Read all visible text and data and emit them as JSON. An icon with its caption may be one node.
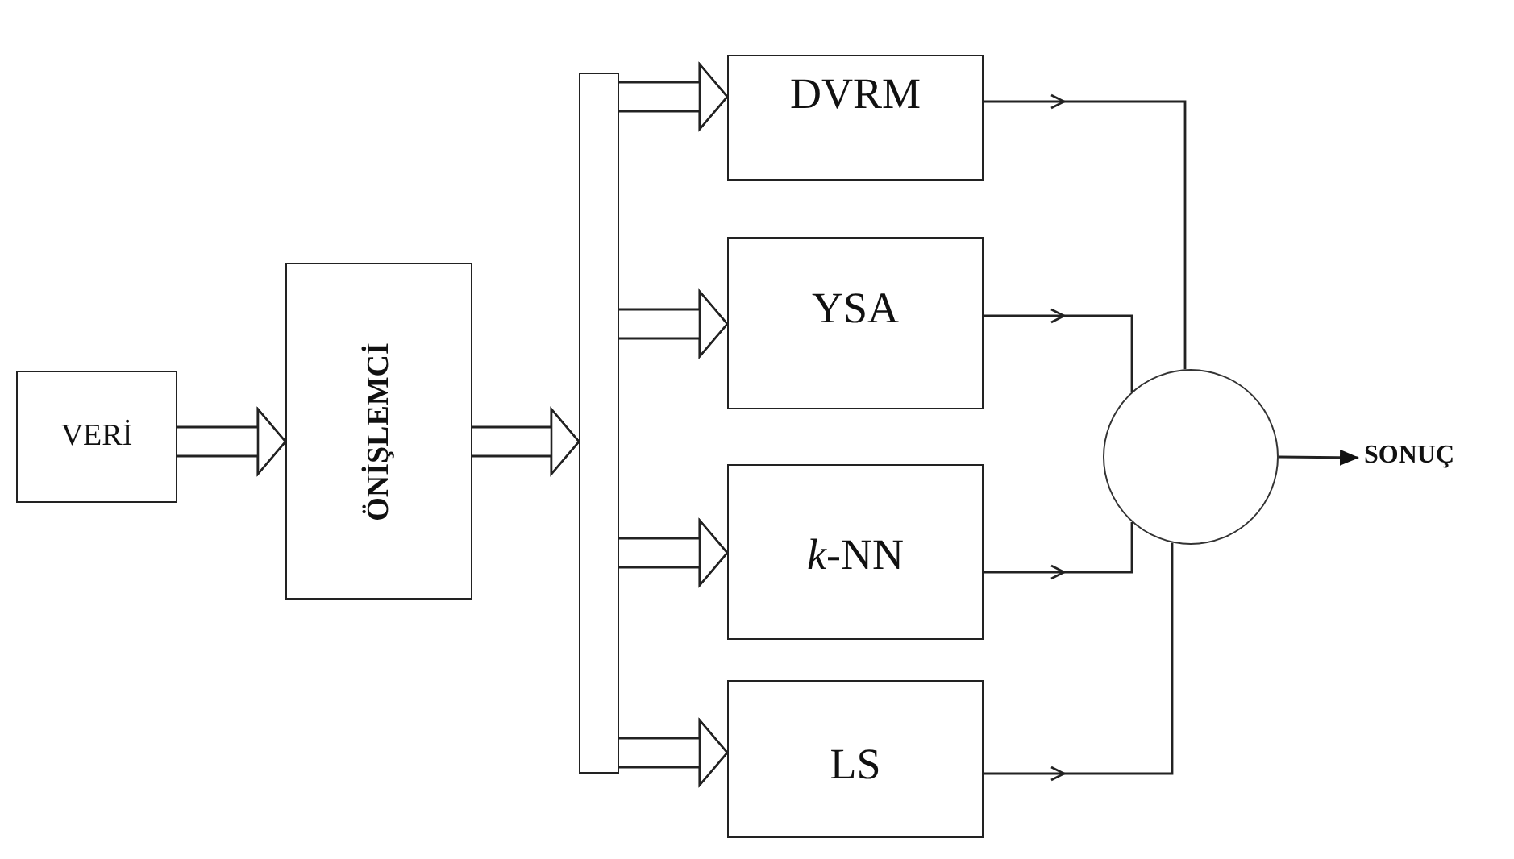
{
  "diagram": {
    "nodes": [
      {
        "text": [
          "VERİ"
        ]
      },
      {
        "text": [
          "ÖNİŞLEMCİ"
        ]
      },
      {
        "text": [],
        "shape": "bar"
      },
      {
        "text": [
          "DVRM"
        ]
      },
      {
        "text": [
          "YSA"
        ]
      },
      {
        "text": [
          "*k*-NN"
        ]
      },
      {
        "text": [
          "LS"
        ]
      },
      {
        "text": [],
        "shape": "circle"
      },
      {
        "text": [
          "SONUÇ"
        ]
      }
    ],
    "edges": [
      {
        "from": 0,
        "to": 1,
        "arrow": "to"
      },
      {
        "from": 1,
        "to": 2,
        "arrow": "to"
      },
      {
        "from": 2,
        "to": 3,
        "arrow": "to"
      },
      {
        "from": 2,
        "to": 4,
        "arrow": "to"
      },
      {
        "from": 2,
        "to": 5,
        "arrow": "to"
      },
      {
        "from": 2,
        "to": 6,
        "arrow": "to"
      },
      {
        "from": 3,
        "to": 7,
        "arrow": "to"
      },
      {
        "from": 4,
        "to": 7,
        "arrow": "to"
      },
      {
        "from": 5,
        "to": 7,
        "arrow": "to"
      },
      {
        "from": 6,
        "to": 7,
        "arrow": "to"
      },
      {
        "from": 7,
        "to": 8,
        "arrow": "to"
      }
    ]
  }
}
